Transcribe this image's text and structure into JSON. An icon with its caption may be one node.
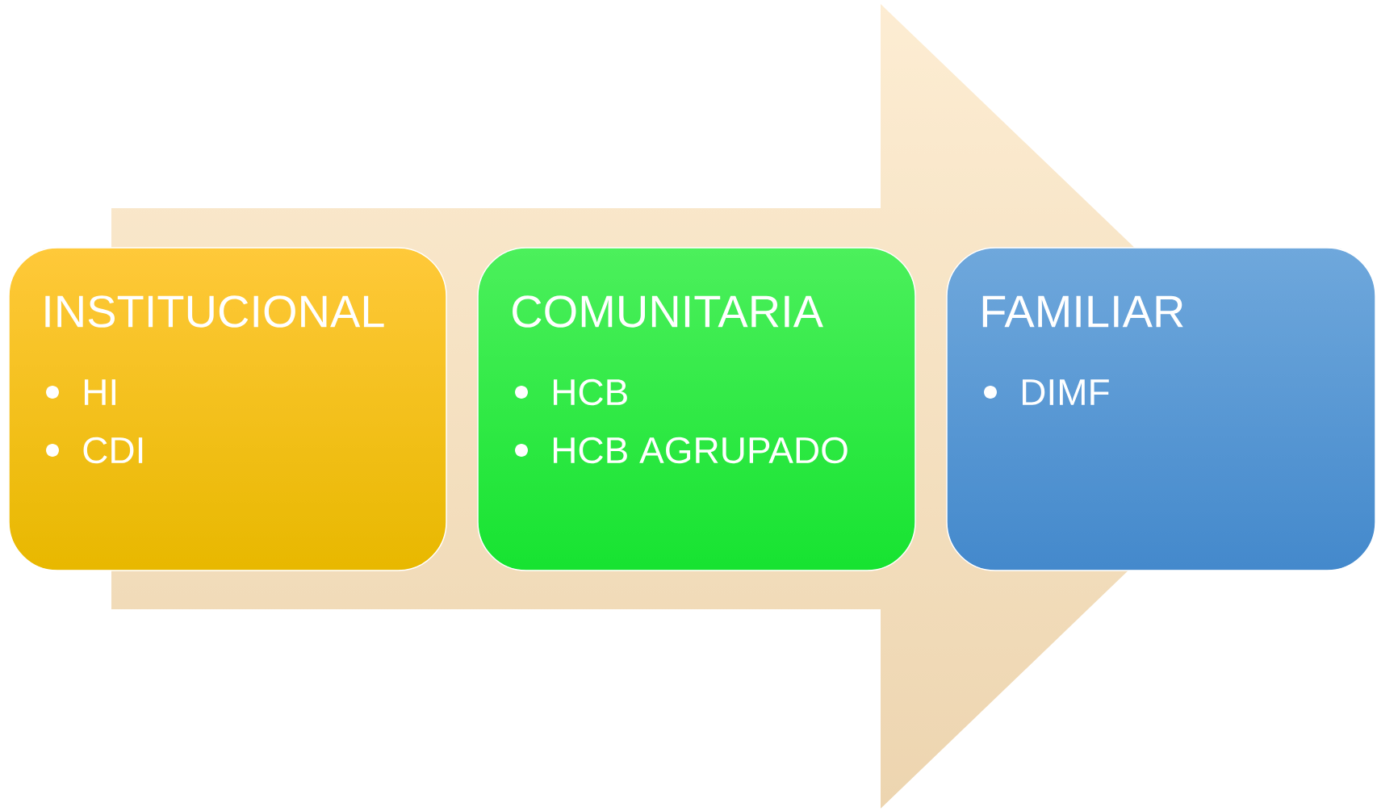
{
  "diagram": {
    "nodes": [
      {
        "text": [
          "INSTITUCIONAL",
          "HI",
          "CDI"
        ]
      },
      {
        "text": [
          "COMUNITARIA",
          "HCB",
          "HCB AGRUPADO"
        ]
      },
      {
        "text": [
          "FAMILIAR",
          "DIMF"
        ]
      }
    ]
  }
}
